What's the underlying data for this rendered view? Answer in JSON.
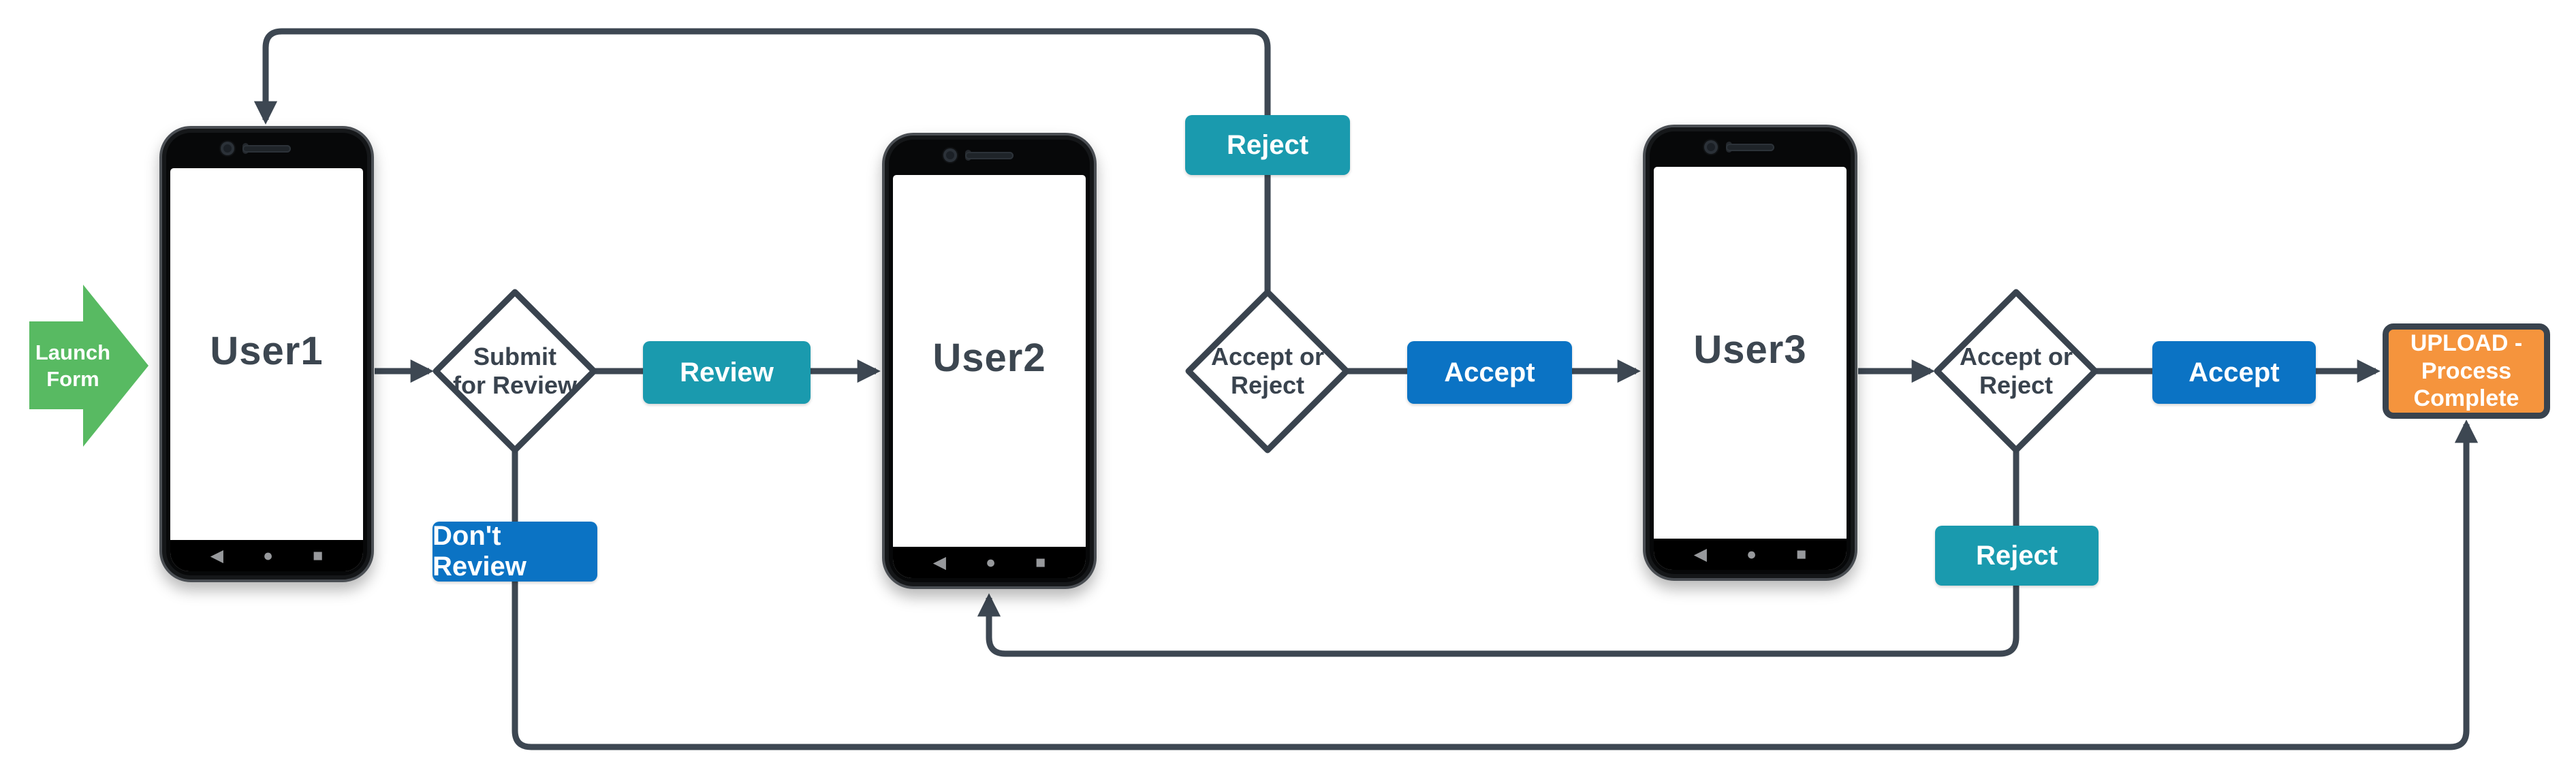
{
  "diagram": {
    "start": {
      "line1": "Launch",
      "line2": "Form"
    },
    "phones": [
      {
        "label": "User1"
      },
      {
        "label": "User2"
      },
      {
        "label": "User3"
      }
    ],
    "decisions": [
      {
        "line1": "Submit",
        "line2": "for Review"
      },
      {
        "line1": "Accept or",
        "line2": "Reject"
      },
      {
        "line1": "Accept or",
        "line2": "Reject"
      }
    ],
    "buttons": {
      "review": "Review",
      "dont_review": "Don't Review",
      "reject_top": "Reject",
      "accept_1": "Accept",
      "reject_bottom": "Reject",
      "accept_2": "Accept"
    },
    "end": {
      "line1": "UPLOAD -",
      "line2": "Process",
      "line3": "Complete"
    },
    "phone_nav": {
      "back": "◀",
      "home": "●",
      "recents": "■"
    },
    "colors": {
      "teal": "#1A9AAE",
      "blue": "#0B73C4",
      "green": "#58BA62",
      "orange": "#F5943D",
      "line": "#3D4752",
      "text_dark": "#3C4650",
      "node_border": "#39434E"
    }
  }
}
